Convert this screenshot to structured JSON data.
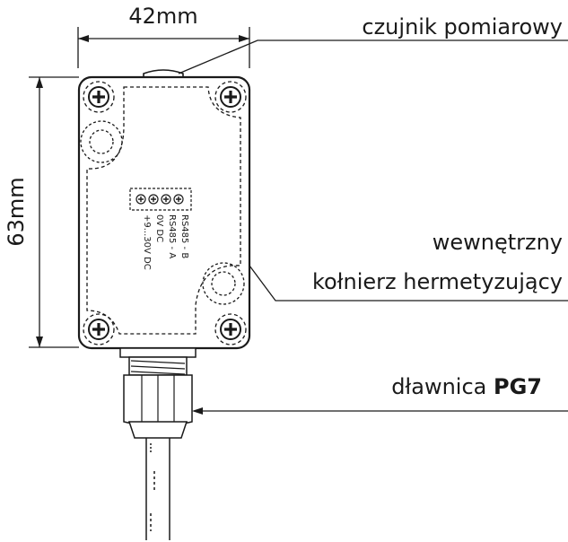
{
  "dimensions": {
    "width": "42mm",
    "height": "63mm"
  },
  "callouts": {
    "sensor": "czujnik pomiarowy",
    "flange_line1": "wewnętrzny",
    "flange_line2": "kołnierz hermetyzujący",
    "gland_prefix": "dławnica ",
    "gland_type": "PG7"
  },
  "terminals": [
    "+9...30V DC",
    "0V DC",
    "RS485 - A",
    "RS485 - B"
  ],
  "colors": {
    "line": "#1a1a1a",
    "background": "#ffffff"
  }
}
